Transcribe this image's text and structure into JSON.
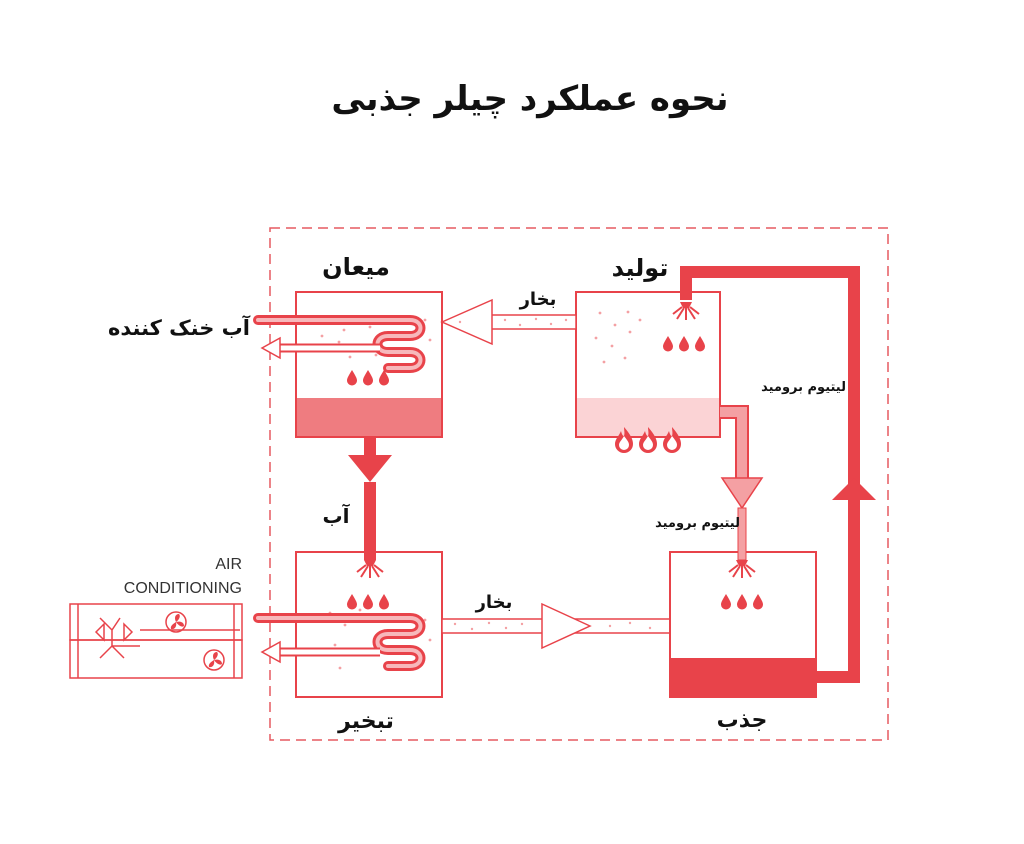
{
  "title": "نحوه عملکرد چیلر جذبی",
  "labels": {
    "condenser": "میعان",
    "generator": "تولید",
    "evaporator": "تبخیر",
    "absorber": "جذب",
    "cooling_water": "آب خنک کننده",
    "vapor_top": "بخار",
    "vapor_bottom": "بخار",
    "water": "آب",
    "lithium_bromide_right": "لیتیوم بروميد",
    "lithium_bromide_mid": "لیتیوم بروميد",
    "ac_line1": "AIR",
    "ac_line2": "CONDITIONING"
  },
  "colors": {
    "primary": "#e8434a",
    "light": "#f4a0a3",
    "pale": "#fbd3d5",
    "dashed": "#e55a60"
  },
  "icons": {
    "flame": "flame-icon",
    "drop": "drop-icon",
    "fan": "fan-icon",
    "spray": "spray-nozzle-icon"
  }
}
